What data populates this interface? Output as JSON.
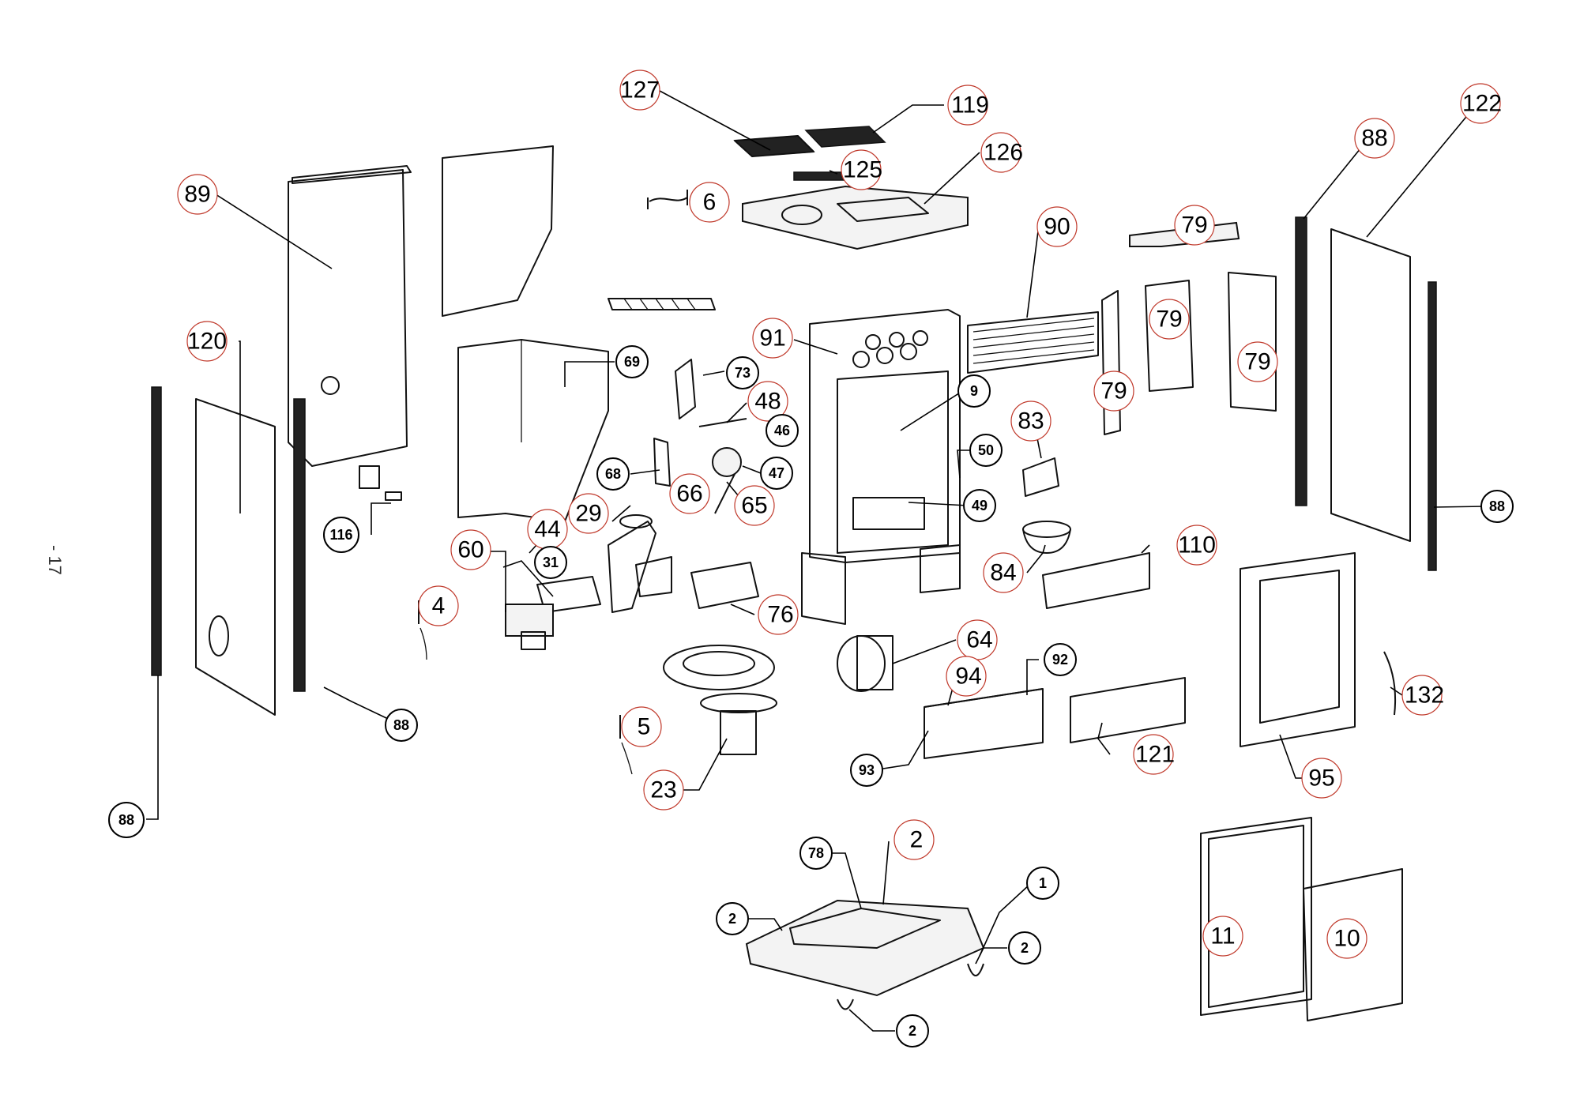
{
  "page_number": "- 17",
  "callouts": [
    {
      "id": "c127",
      "label": "127"
    },
    {
      "id": "c119",
      "label": "119"
    },
    {
      "id": "c125",
      "label": "125"
    },
    {
      "id": "c126",
      "label": "126"
    },
    {
      "id": "c6",
      "label": "6"
    },
    {
      "id": "c89",
      "label": "89"
    },
    {
      "id": "c120",
      "label": "120"
    },
    {
      "id": "c90",
      "label": "90"
    },
    {
      "id": "c79a",
      "label": "79"
    },
    {
      "id": "c79b",
      "label": "79"
    },
    {
      "id": "c79c",
      "label": "79"
    },
    {
      "id": "c79d",
      "label": "79"
    },
    {
      "id": "c88a",
      "label": "88"
    },
    {
      "id": "c122",
      "label": "122"
    },
    {
      "id": "c91",
      "label": "91"
    },
    {
      "id": "c69",
      "label": "69"
    },
    {
      "id": "c73",
      "label": "73"
    },
    {
      "id": "c48",
      "label": "48"
    },
    {
      "id": "c46",
      "label": "46"
    },
    {
      "id": "c9",
      "label": "9"
    },
    {
      "id": "c83",
      "label": "83"
    },
    {
      "id": "c50",
      "label": "50"
    },
    {
      "id": "c47",
      "label": "47"
    },
    {
      "id": "c68",
      "label": "68"
    },
    {
      "id": "c66",
      "label": "66"
    },
    {
      "id": "c65",
      "label": "65"
    },
    {
      "id": "c49",
      "label": "49"
    },
    {
      "id": "c88b",
      "label": "88"
    },
    {
      "id": "c116",
      "label": "116"
    },
    {
      "id": "c44",
      "label": "44"
    },
    {
      "id": "c29",
      "label": "29"
    },
    {
      "id": "c110",
      "label": "110"
    },
    {
      "id": "c60",
      "label": "60"
    },
    {
      "id": "c31",
      "label": "31"
    },
    {
      "id": "c84",
      "label": "84"
    },
    {
      "id": "c4",
      "label": "4"
    },
    {
      "id": "c76",
      "label": "76"
    },
    {
      "id": "c64",
      "label": "64"
    },
    {
      "id": "c92",
      "label": "92"
    },
    {
      "id": "c132",
      "label": "132"
    },
    {
      "id": "c94",
      "label": "94"
    },
    {
      "id": "c88c",
      "label": "88"
    },
    {
      "id": "c5",
      "label": "5"
    },
    {
      "id": "c121",
      "label": "121"
    },
    {
      "id": "c93",
      "label": "93"
    },
    {
      "id": "c95",
      "label": "95"
    },
    {
      "id": "c23",
      "label": "23"
    },
    {
      "id": "c88d",
      "label": "88"
    },
    {
      "id": "c2a",
      "label": "2"
    },
    {
      "id": "c78",
      "label": "78"
    },
    {
      "id": "c1",
      "label": "1"
    },
    {
      "id": "c2b",
      "label": "2"
    },
    {
      "id": "c2c",
      "label": "2"
    },
    {
      "id": "c2d",
      "label": "2"
    },
    {
      "id": "c11",
      "label": "11"
    },
    {
      "id": "c10",
      "label": "10"
    }
  ]
}
